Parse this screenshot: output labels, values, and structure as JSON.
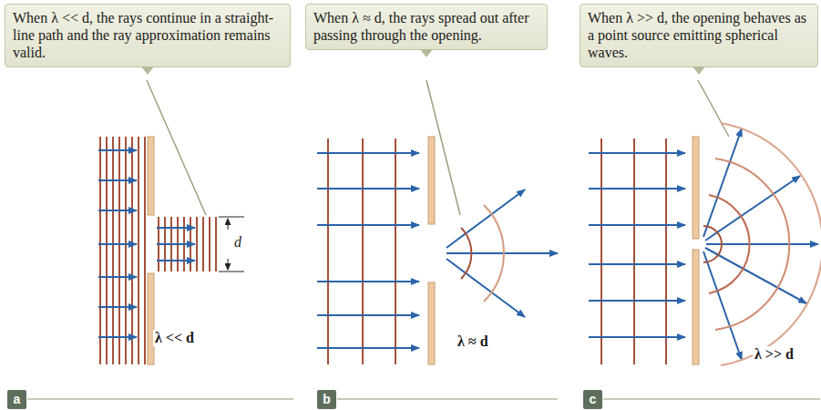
{
  "diagram": {
    "nodes": [
      {
        "text": [
          "When λ << d, the rays continue in a straight-line path and the ray approximation remains valid."
        ]
      },
      {
        "text": [
          "When λ ≈ d, the rays spread out after passing through the opening."
        ]
      },
      {
        "text": [
          "When λ >> d, the opening behaves as a point source emitting spherical waves."
        ]
      },
      {
        "text": [
          "a"
        ]
      },
      {
        "text": [
          "b"
        ]
      },
      {
        "text": [
          "c"
        ]
      }
    ],
    "labels": [
      "d",
      "λ << d",
      "λ ≈ d",
      "λ >> d"
    ]
  }
}
